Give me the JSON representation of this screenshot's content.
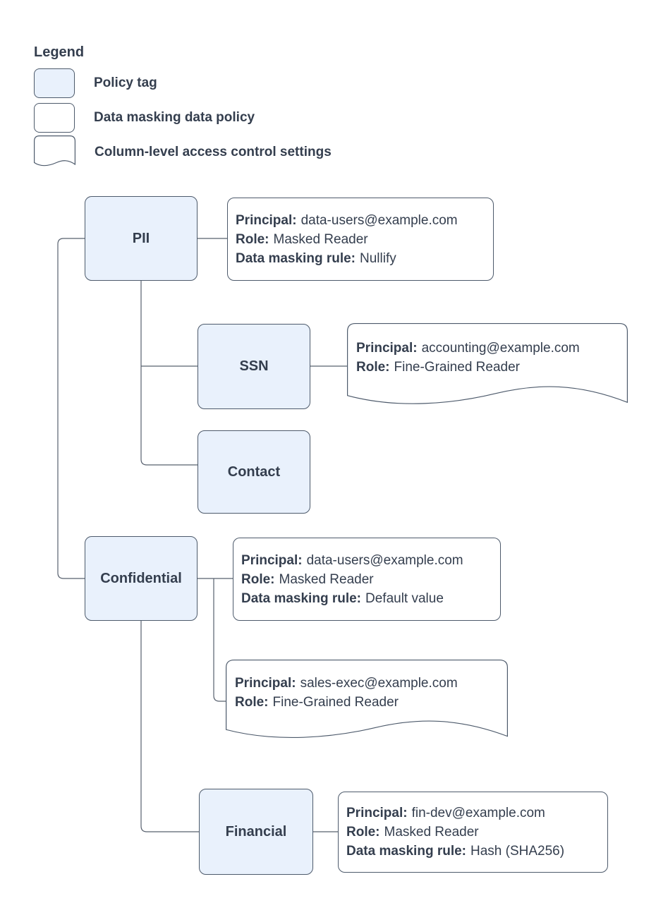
{
  "colors": {
    "policy_tag_fill": "#e9f1fc",
    "shape_border": "#4d5a6b",
    "connector": "#57606e",
    "text": "#343e4e",
    "background": "#ffffff"
  },
  "legend": {
    "heading": "Legend",
    "items": [
      {
        "swatch": "policy-tag-swatch",
        "label": "Policy tag"
      },
      {
        "swatch": "data-masking-policy-swatch",
        "label": "Data masking data policy"
      },
      {
        "swatch": "column-access-document-swatch",
        "label": "Column-level access control settings"
      }
    ]
  },
  "nodes": {
    "pii": {
      "label": "PII"
    },
    "ssn": {
      "label": "SSN"
    },
    "contact": {
      "label": "Contact"
    },
    "confidential": {
      "label": "Confidential"
    },
    "financial": {
      "label": "Financial"
    }
  },
  "policies": {
    "pii_masking": {
      "kind": "data-masking-policy",
      "principal_label": "Principal:",
      "principal": "data-users@example.com",
      "role_label": "Role:",
      "role": "Masked Reader",
      "rule_label": "Data masking rule:",
      "rule": "Nullify"
    },
    "ssn_access": {
      "kind": "column-level-access-control",
      "principal_label": "Principal:",
      "principal": "accounting@example.com",
      "role_label": "Role:",
      "role": "Fine-Grained Reader"
    },
    "confidential_masking": {
      "kind": "data-masking-policy",
      "principal_label": "Principal:",
      "principal": "data-users@example.com",
      "role_label": "Role:",
      "role": "Masked Reader",
      "rule_label": "Data masking rule:",
      "rule": "Default value"
    },
    "confidential_access": {
      "kind": "column-level-access-control",
      "principal_label": "Principal:",
      "principal": "sales-exec@example.com",
      "role_label": "Role:",
      "role": "Fine-Grained Reader"
    },
    "financial_masking": {
      "kind": "data-masking-policy",
      "principal_label": "Principal:",
      "principal": "fin-dev@example.com",
      "role_label": "Role:",
      "role": "Masked Reader",
      "rule_label": "Data masking rule:",
      "rule": "Hash (SHA256)"
    }
  }
}
